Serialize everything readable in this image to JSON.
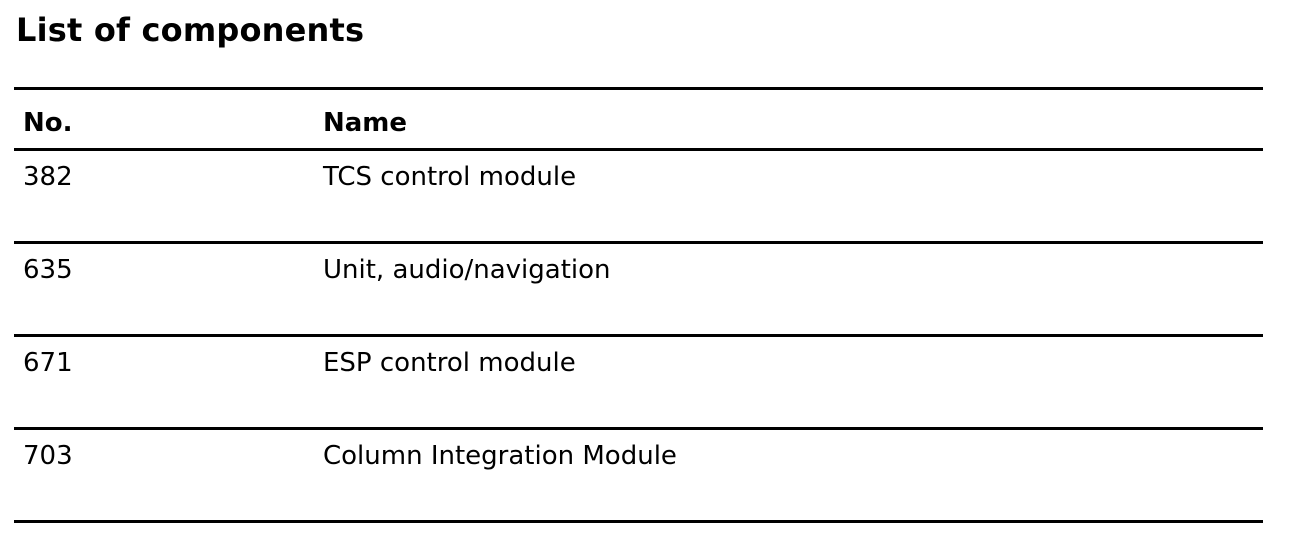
{
  "title": "List of components",
  "table": {
    "headers": {
      "no": "No.",
      "name": "Name"
    },
    "rows": [
      {
        "no": "382",
        "name": "TCS control module"
      },
      {
        "no": "635",
        "name": "Unit, audio/navigation"
      },
      {
        "no": "671",
        "name": "ESP control module"
      },
      {
        "no": "703",
        "name": "Column Integration Module"
      }
    ]
  }
}
